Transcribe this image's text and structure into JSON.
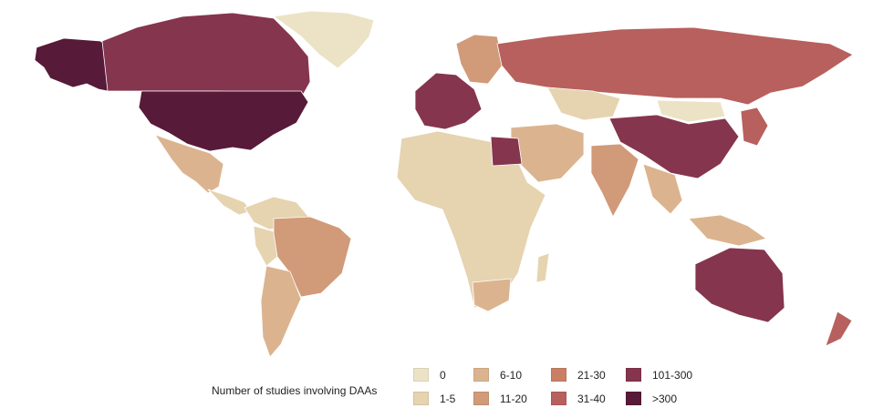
{
  "legend": {
    "title": "Number of studies involving DAAs",
    "bins": [
      {
        "label": "0",
        "color": "#ece3c6"
      },
      {
        "label": "1-5",
        "color": "#e6d3b0"
      },
      {
        "label": "6-10",
        "color": "#dbb48f"
      },
      {
        "label": "11-20",
        "color": "#d19a78"
      },
      {
        "label": "21-30",
        "color": "#c97f65"
      },
      {
        "label": "31-40",
        "color": "#b7605d"
      },
      {
        "label": "101-300",
        "color": "#85354e"
      },
      {
        "label": ">300",
        "color": "#571a38"
      }
    ]
  },
  "regions": [
    {
      "name": "United States",
      "bin": 7
    },
    {
      "name": "Alaska",
      "bin": 7
    },
    {
      "name": "Canada",
      "bin": 6
    },
    {
      "name": "Greenland",
      "bin": 0
    },
    {
      "name": "Mexico",
      "bin": 2
    },
    {
      "name": "Central America",
      "bin": 1
    },
    {
      "name": "Brazil",
      "bin": 3
    },
    {
      "name": "Argentina",
      "bin": 2
    },
    {
      "name": "Colombia",
      "bin": 1
    },
    {
      "name": "Peru",
      "bin": 1
    },
    {
      "name": "Russia",
      "bin": 5
    },
    {
      "name": "Western Europe",
      "bin": 6
    },
    {
      "name": "Scandinavia",
      "bin": 3
    },
    {
      "name": "China",
      "bin": 6
    },
    {
      "name": "India",
      "bin": 3
    },
    {
      "name": "Egypt",
      "bin": 6
    },
    {
      "name": "Africa",
      "bin": 1
    },
    {
      "name": "Middle East",
      "bin": 2
    },
    {
      "name": "Australia",
      "bin": 6
    },
    {
      "name": "New Zealand",
      "bin": 5
    },
    {
      "name": "Japan",
      "bin": 5
    },
    {
      "name": "Kazakhstan",
      "bin": 1
    },
    {
      "name": "Mongolia",
      "bin": 0
    },
    {
      "name": "Southeast Asia",
      "bin": 2
    },
    {
      "name": "South Africa",
      "bin": 2
    }
  ]
}
